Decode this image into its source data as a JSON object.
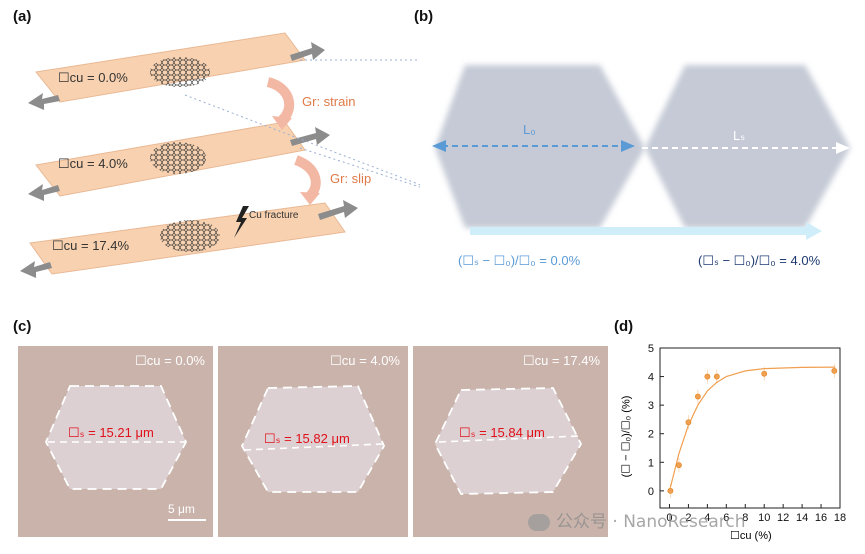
{
  "panels": {
    "a": {
      "label": "(a)",
      "strips": [
        {
          "strain_label": "☐cu = 0.0%"
        },
        {
          "strain_label": "☐cu = 4.0%"
        },
        {
          "strain_label": "☐cu = 17.4%"
        }
      ],
      "arrow_labels": [
        "Gr: strain",
        "Gr: slip"
      ],
      "fracture_label": "Cu fracture"
    },
    "b": {
      "label": "(b)",
      "l0_label": "L₀",
      "ls_label": "Lₛ",
      "formula_left": "(☐ₛ − ☐₀)/☐₀ = 0.0%",
      "formula_right": "(☐ₛ − ☐₀)/☐₀ = 4.0%",
      "colors": {
        "left": "#5b9bd5",
        "right": "#1f3b73",
        "hexagon": "#c5cad6",
        "bar": "#cfeefa"
      }
    },
    "c": {
      "label": "(c)",
      "photos": [
        {
          "strain": "☐cu = 0.0%",
          "measure": "☐ₛ = 15.21 μm"
        },
        {
          "strain": "☐cu = 4.0%",
          "measure": "☐ₛ = 15.82 μm"
        },
        {
          "strain": "☐cu = 17.4%",
          "measure": "☐ₛ = 15.84 μm"
        }
      ],
      "scale_bar": "5 μm"
    },
    "d": {
      "label": "(d)",
      "ylabel": "(☐ − ☐₀)/☐₀ (%)",
      "xlabel": "☐cu (%)"
    }
  },
  "chart_data": {
    "type": "scatter",
    "x_ticks": [
      0,
      2,
      4,
      6,
      8,
      10,
      12,
      14,
      16,
      18
    ],
    "y_ticks": [
      0,
      1,
      2,
      3,
      4,
      5
    ],
    "xlim": [
      -1,
      18
    ],
    "ylim": [
      -0.6,
      5
    ],
    "series": [
      {
        "points": [
          [
            0.1,
            0.0
          ],
          [
            1.0,
            0.9
          ],
          [
            2.0,
            2.4
          ],
          [
            3.0,
            3.3
          ],
          [
            4.0,
            4.0
          ],
          [
            5.0,
            4.0
          ],
          [
            10.0,
            4.1
          ],
          [
            17.4,
            4.2
          ]
        ],
        "fit": [
          [
            0,
            0
          ],
          [
            1,
            1.3
          ],
          [
            2,
            2.3
          ],
          [
            3,
            3.0
          ],
          [
            4,
            3.5
          ],
          [
            5,
            3.8
          ],
          [
            6,
            4.0
          ],
          [
            8,
            4.2
          ],
          [
            10,
            4.28
          ],
          [
            12,
            4.3
          ],
          [
            14,
            4.32
          ],
          [
            17.5,
            4.33
          ]
        ],
        "color": "#f0a050"
      }
    ]
  },
  "watermark": "公众号 · NanoResearch"
}
